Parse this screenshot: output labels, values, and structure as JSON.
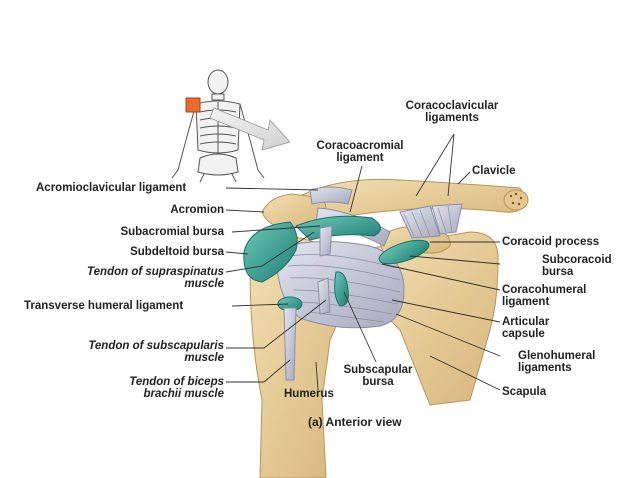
{
  "labels": {
    "coracoclavicular_1": "Coracoclavicular",
    "coracoclavicular_2": "ligaments",
    "coracoacromial_1": "Coracoacromial",
    "coracoacromial_2": "ligament",
    "clavicle": "Clavicle",
    "acromioclavicular": "Acromioclavicular ligament",
    "acromion": "Acromion",
    "subacromial": "Subacromial bursa",
    "coracoid": "Coracoid process",
    "subdeltoid": "Subdeltoid bursa",
    "subcoracoid_1": "Subcoracoid",
    "subcoracoid_2": "bursa",
    "supraspinatus_1": "Tendon of supraspinatus",
    "supraspinatus_2": "muscle",
    "coracohumeral_1": "Coracohumeral",
    "coracohumeral_2": "ligament",
    "transverse": "Transverse humeral ligament",
    "articular_1": "Articular",
    "articular_2": "capsule",
    "subscapularis_1": "Tendon of subscapularis",
    "subscapularis_2": "muscle",
    "glenohumeral_1": "Glenohumeral",
    "glenohumeral_2": "ligaments",
    "subscapular_1": "Subscapular",
    "subscapular_2": "bursa",
    "biceps_1": "Tendon of biceps",
    "biceps_2": "brachii muscle",
    "humerus": "Humerus",
    "scapula": "Scapula"
  },
  "caption": "(a) Anterior view",
  "colors": {
    "bone": "#e9cf9b",
    "bone_shade": "#c9a56a",
    "bursa": "#3aa597",
    "bursa_dark": "#1f6f66",
    "ligament": "#c9ccd8",
    "ligament_line": "#8a8fa6",
    "leader": "#333333"
  }
}
